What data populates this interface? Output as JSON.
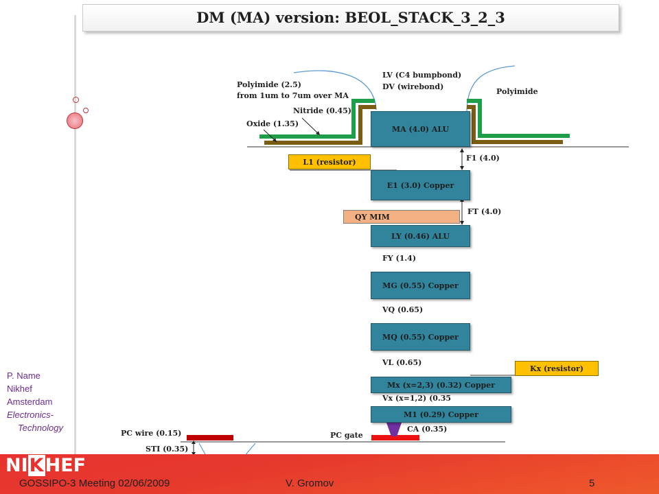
{
  "title": "DM (MA) version: BEOL_STACK_3_2_3",
  "annotations": {
    "polyimide_left_1": "Polyimide (2.5)",
    "polyimide_left_2": "from 1um to 7um over MA",
    "lv": "LV (C4 bumpbond)",
    "dv": "DV (wirebond)",
    "polyimide_right": "Polyimide",
    "nitride": "Nitride (0.45)",
    "oxide": "Oxide (1.35)",
    "f1": "F1  (4.0)",
    "ft": "FT  (4.0)",
    "fy": "FY  (1.4)",
    "vq": "VQ  (0.65)",
    "vl": "VL  (0.65)",
    "vx": "Vx (x=1,2) (0.35",
    "ca": "CA (0.35)",
    "pc_wire": "PC wire (0.15)",
    "pc_gate": "PC gate",
    "sti": "STI (0.35)"
  },
  "layers": {
    "ma": "MA (4.0) ALU",
    "e1": "E1 (3.0)  Copper",
    "ly": "LY (0.46) ALU",
    "mg": "MG (0.55) Copper",
    "mq": "MQ (0.55) Copper",
    "mx": "Mx (x=2,3) (0.32)  Copper",
    "m1": "M1 (0.29)   Copper"
  },
  "components": {
    "l1": "L1 (resistor)",
    "qy": "QY  MIM",
    "kx": "Kx (resistor)"
  },
  "author": {
    "line1": "P. Name",
    "line2": "Nikhef",
    "line3": "Amsterdam",
    "line4": "Electronics-",
    "line5": "Technology"
  },
  "footer": {
    "meeting": "GOSSIPO-3  Meeting   02/06/2009",
    "presenter": "V. Gromov",
    "page": "5",
    "logo": "NIKHEF"
  },
  "colors": {
    "metal": "#31849b",
    "nitride": "#7a5c12",
    "oxide": "#1f9e4a",
    "resistor": "#ffc000",
    "mim": "#f4b183",
    "pc": "#c00000",
    "ca": "#7030a0",
    "footer": "#e8312f"
  }
}
